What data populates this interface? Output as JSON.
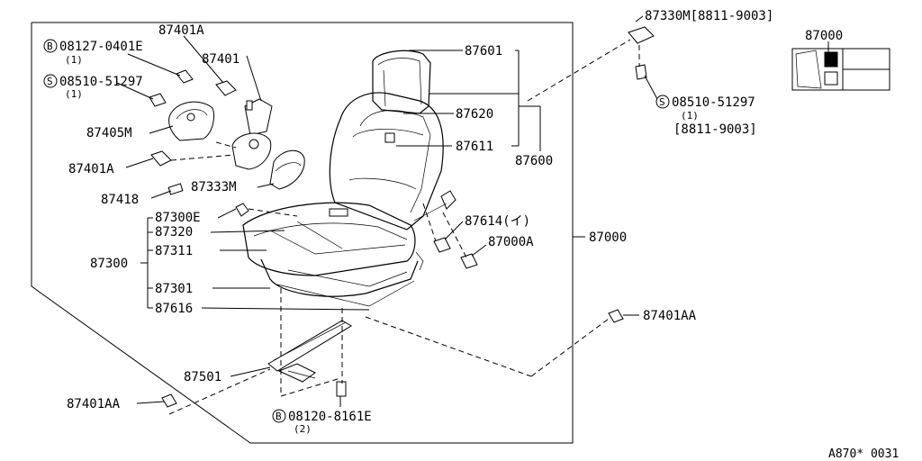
{
  "labels": {
    "p87401a_top": "87401A",
    "p87401": "87401",
    "p08127_0401e": "08127-0401E",
    "p08127_qty": "(1)",
    "p08510_left": "08510-51297",
    "p08510_left_qty": "(1)",
    "p87405m": "87405M",
    "p87401a_left": "87401A",
    "p87418": "87418",
    "p87333m": "87333M",
    "p87300e": "87300E",
    "p87320": "87320",
    "p87311": "87311",
    "p87300": "87300",
    "p87301": "87301",
    "p87616": "87616",
    "p87601": "87601",
    "p87620": "87620",
    "p87611": "87611",
    "p87600": "87600",
    "p87614": "87614(イ)",
    "p87000a": "87000A",
    "p87000_right": "87000",
    "p87330m": "87330M[8811-9003]",
    "p08510_right": "08510-51297",
    "p08510_right_qty": "(1)",
    "p08510_right_range": "[8811-9003]",
    "p87401aa_right": "87401AA",
    "p87501": "87501",
    "p87401aa_left": "87401AA",
    "p08120_8161e": "08120-8161E",
    "p08120_qty": "(2)",
    "inset_87000": "87000",
    "diagram_code": "A870* 0031",
    "badge_b": "B",
    "badge_s": "S"
  }
}
